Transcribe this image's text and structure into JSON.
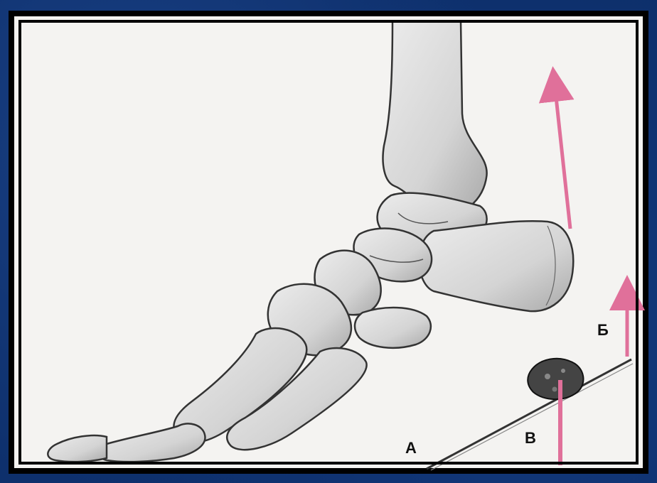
{
  "labels": {
    "a": "А",
    "b": "Б",
    "v": "В"
  },
  "colors": {
    "arrow": "#e0709a",
    "bone_fill": "#d9d9d9",
    "bone_stroke": "#333333",
    "background": "#f4f3f1"
  }
}
